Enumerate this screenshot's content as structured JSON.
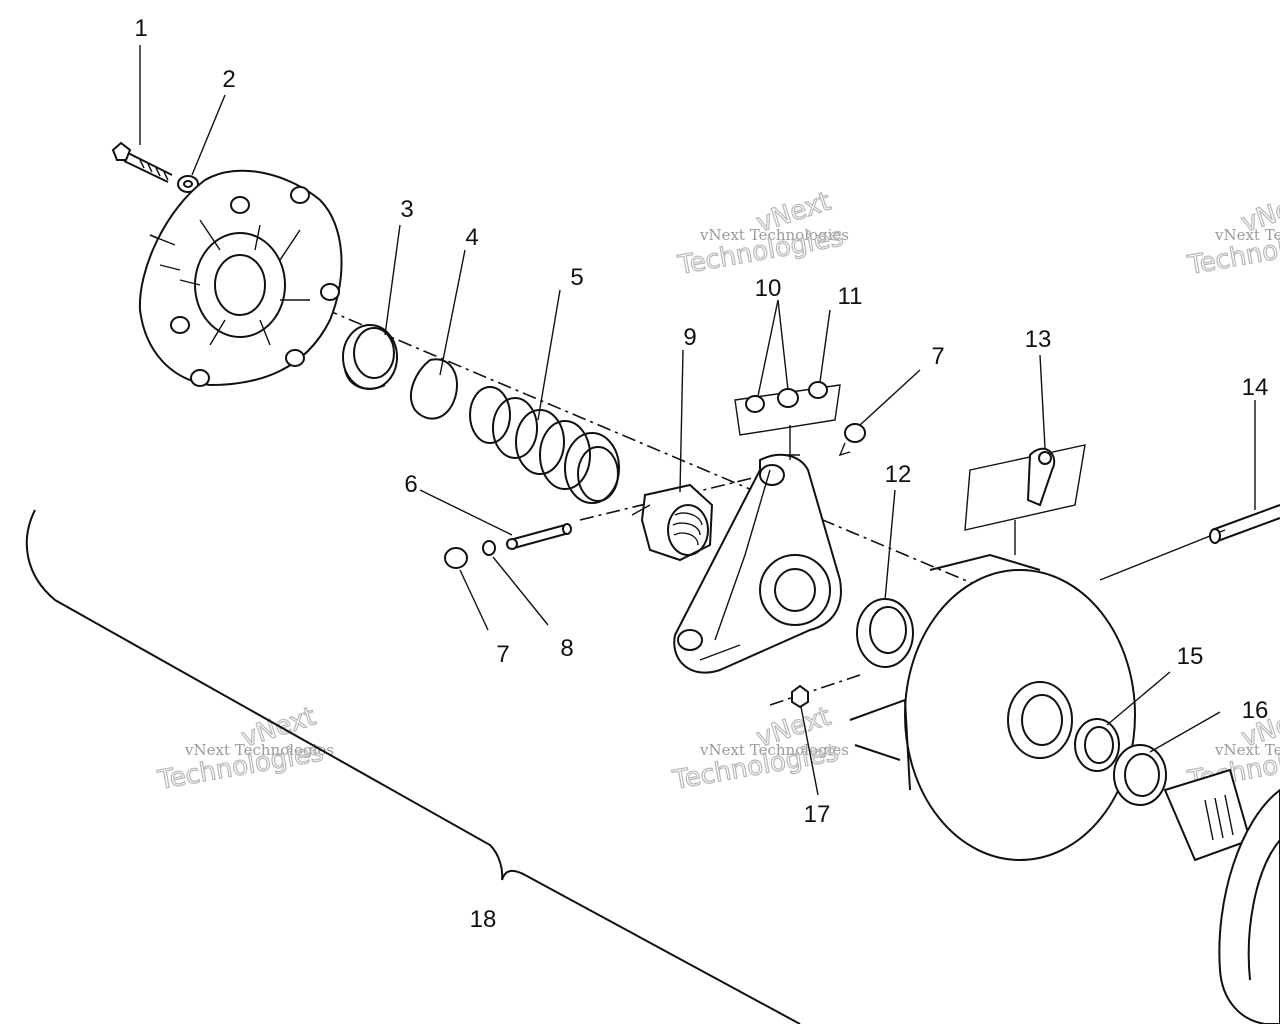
{
  "diagram": {
    "callouts": [
      {
        "id": "c1",
        "label": "1"
      },
      {
        "id": "c2",
        "label": "2"
      },
      {
        "id": "c3",
        "label": "3"
      },
      {
        "id": "c4",
        "label": "4"
      },
      {
        "id": "c5",
        "label": "5"
      },
      {
        "id": "c6",
        "label": "6"
      },
      {
        "id": "c7a",
        "label": "7"
      },
      {
        "id": "c7b",
        "label": "7"
      },
      {
        "id": "c8",
        "label": "8"
      },
      {
        "id": "c9",
        "label": "9"
      },
      {
        "id": "c10",
        "label": "10"
      },
      {
        "id": "c11",
        "label": "11"
      },
      {
        "id": "c12",
        "label": "12"
      },
      {
        "id": "c13",
        "label": "13"
      },
      {
        "id": "c14",
        "label": "14"
      },
      {
        "id": "c15",
        "label": "15"
      },
      {
        "id": "c16",
        "label": "16"
      },
      {
        "id": "c17",
        "label": "17"
      },
      {
        "id": "c18",
        "label": "18"
      }
    ],
    "watermark": {
      "line_small": "vNext Technologies",
      "line_big_1": "vNext",
      "line_big_2": "Technologies"
    }
  }
}
